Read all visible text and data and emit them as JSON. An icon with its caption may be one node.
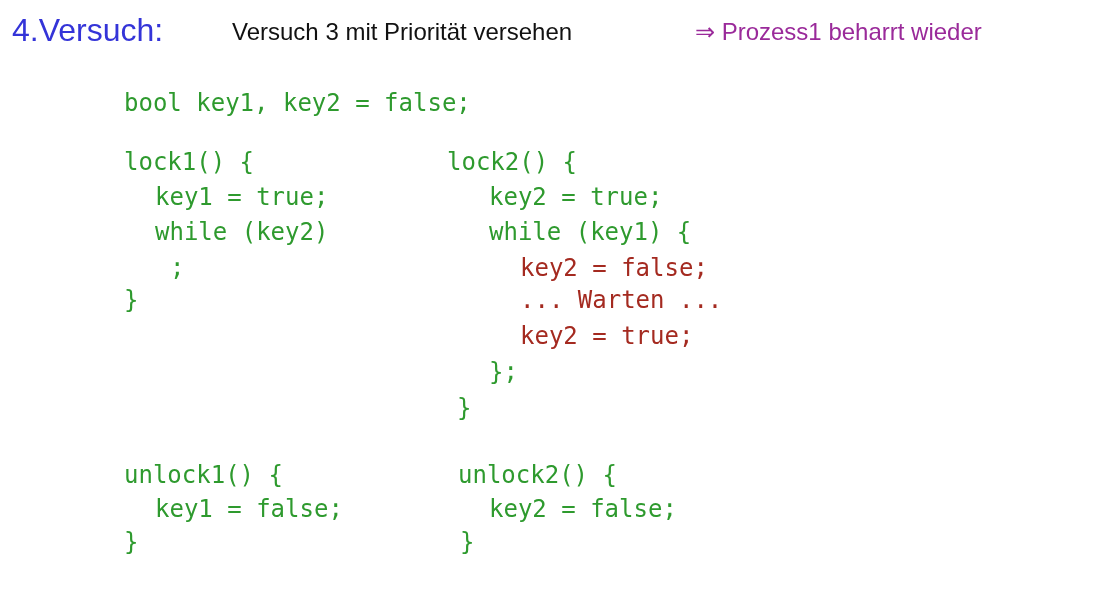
{
  "diagram": {
    "title": "4.Versuch:",
    "labels": [
      "Versuch 3 mit Priorität versehen",
      "⇒ Prozess1 beharrt wieder",
      "bool key1, key2 = false;",
      "lock1() {",
      "lock2() {",
      "key1 = true;",
      "key2 = true;",
      "while (key2)",
      "while (key1) {",
      ";",
      "key2 = false;",
      "}",
      "... Warten ...",
      "key2 = true;",
      "};",
      "}",
      "unlock1() {",
      "unlock2() {",
      "key1 = false;",
      "key2 = false;",
      "}",
      "}"
    ]
  }
}
